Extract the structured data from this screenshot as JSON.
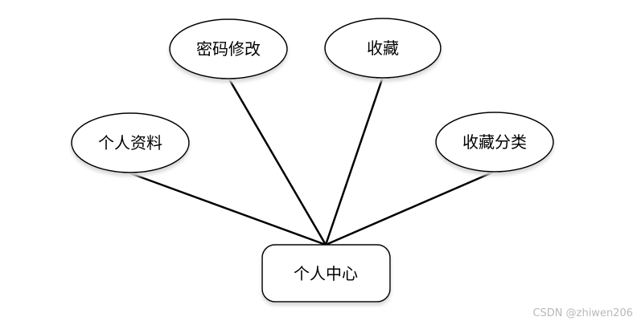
{
  "diagram": {
    "center": {
      "label": "个人中心"
    },
    "branches": [
      {
        "label": "个人资料"
      },
      {
        "label": "密码修改"
      },
      {
        "label": "收藏"
      },
      {
        "label": "收藏分类"
      }
    ]
  },
  "watermark": "CSDN @zhiwen206",
  "colors": {
    "stroke": "#000000",
    "fill": "#ffffff",
    "shadow": "#e6e6e6",
    "watermark": "#b9b9b9"
  }
}
